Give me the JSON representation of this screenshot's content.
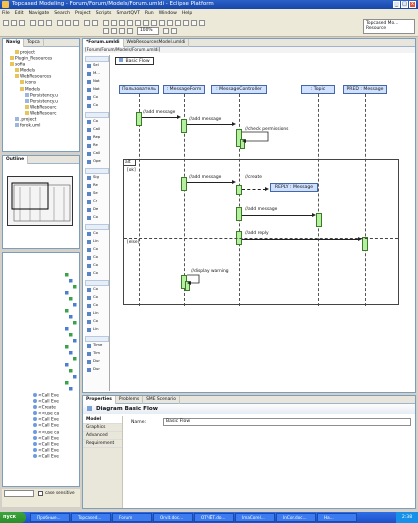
{
  "window": {
    "title": "Topcased Modeling - Forum/Forum/Models/Forum.umldi - Eclipse Platform"
  },
  "menu": [
    "File",
    "Edit",
    "Navigate",
    "Search",
    "Project",
    "Scripts",
    "SmartQVT",
    "Run",
    "Window",
    "Help"
  ],
  "toolbar": {
    "zoom": "100%",
    "perspective_label": "Topcased Mo...",
    "resource_label": "Resource"
  },
  "navigator": {
    "tabs": [
      "Navig",
      "Topca"
    ],
    "items": [
      {
        "label": "project",
        "indent": 2
      },
      {
        "label": "Plugin_Resources",
        "indent": 1
      },
      {
        "label": "sofia",
        "indent": 1
      },
      {
        "label": "Models",
        "indent": 2
      },
      {
        "label": "WebResources",
        "indent": 2
      },
      {
        "label": "icons",
        "indent": 3
      },
      {
        "label": "Models",
        "indent": 3
      },
      {
        "label": "Persistency.u",
        "indent": 4
      },
      {
        "label": "Persistency.u",
        "indent": 4
      },
      {
        "label": "WebResourc",
        "indent": 4
      },
      {
        "label": "WebResourc",
        "indent": 4
      },
      {
        "label": ".project",
        "indent": 2
      },
      {
        "label": "forok.uml",
        "indent": 2
      }
    ]
  },
  "outline": {
    "tab": "Outline"
  },
  "lower_tree": {
    "items": [
      "<Call Eve",
      "<Call Eve",
      "<Create",
      "<<use ca",
      "<Call Eve",
      "<Call Eve",
      "<<use ca",
      "<Call Eve",
      "<Call Eve",
      "<Call Eve",
      "<Call Eve"
    ]
  },
  "bottom_left": {
    "filter_placeholder": "",
    "case_label": "case sensitive"
  },
  "editor": {
    "tabs": [
      "*Forum.umldi",
      "WebResourcesModel.umldi"
    ],
    "breadcrumb": "[Forum/Forum/Models/Forum.umldi]",
    "diagram_title": "Basic Flow"
  },
  "palette": {
    "items": [
      "Sel",
      "M...",
      "Not",
      "Not",
      "Co",
      "Co",
      "Co",
      "Call",
      "Rep",
      "Re",
      "Call",
      "Ope",
      "Sig",
      "Re",
      "Se",
      "Cr",
      "De",
      "Co",
      "Co",
      "Lin",
      "Co",
      "Co",
      "Co",
      "Co",
      "Co",
      "Co",
      "Co",
      "Lin",
      "Co",
      "Lin",
      "Time",
      "Tim",
      "Dur",
      "Dur"
    ]
  },
  "diagram": {
    "lifelines": [
      {
        "label": "Пользователь"
      },
      {
        "label": ": MessageForm"
      },
      {
        "label": ": MessageController"
      },
      {
        "label": ": Topic"
      },
      {
        "label": "PRED : Message"
      }
    ],
    "messages": [
      {
        "label": "//add message"
      },
      {
        "label": "//add message"
      },
      {
        "label": "//check permissions"
      },
      {
        "label": "//add message"
      },
      {
        "label": "//create"
      },
      {
        "label": "REPLY : Message"
      },
      {
        "label": "//add message"
      },
      {
        "label": "//add reply"
      },
      {
        "label": "//display warning"
      }
    ],
    "fragment": {
      "operator": "alt",
      "guard1": "[ok]",
      "guard2": "[else]"
    }
  },
  "properties": {
    "tabs": [
      "Properties",
      "Problems",
      "SME Scenario"
    ],
    "heading": "Diagram Basic Flow",
    "sidebar": [
      "Model",
      "Graphics",
      "Advanced",
      "Requirement"
    ],
    "field_label": "Name:",
    "field_value": "Basic Flow"
  },
  "taskbar": {
    "start": "пуск",
    "tasks": [
      "Пробные...",
      "Topcased...",
      "Forum",
      "Orvit.doc...",
      "ОТЧЁТ.do...",
      "ImaCorel...",
      "InCor.doc...",
      "Ha..."
    ],
    "clock": "2:38"
  }
}
